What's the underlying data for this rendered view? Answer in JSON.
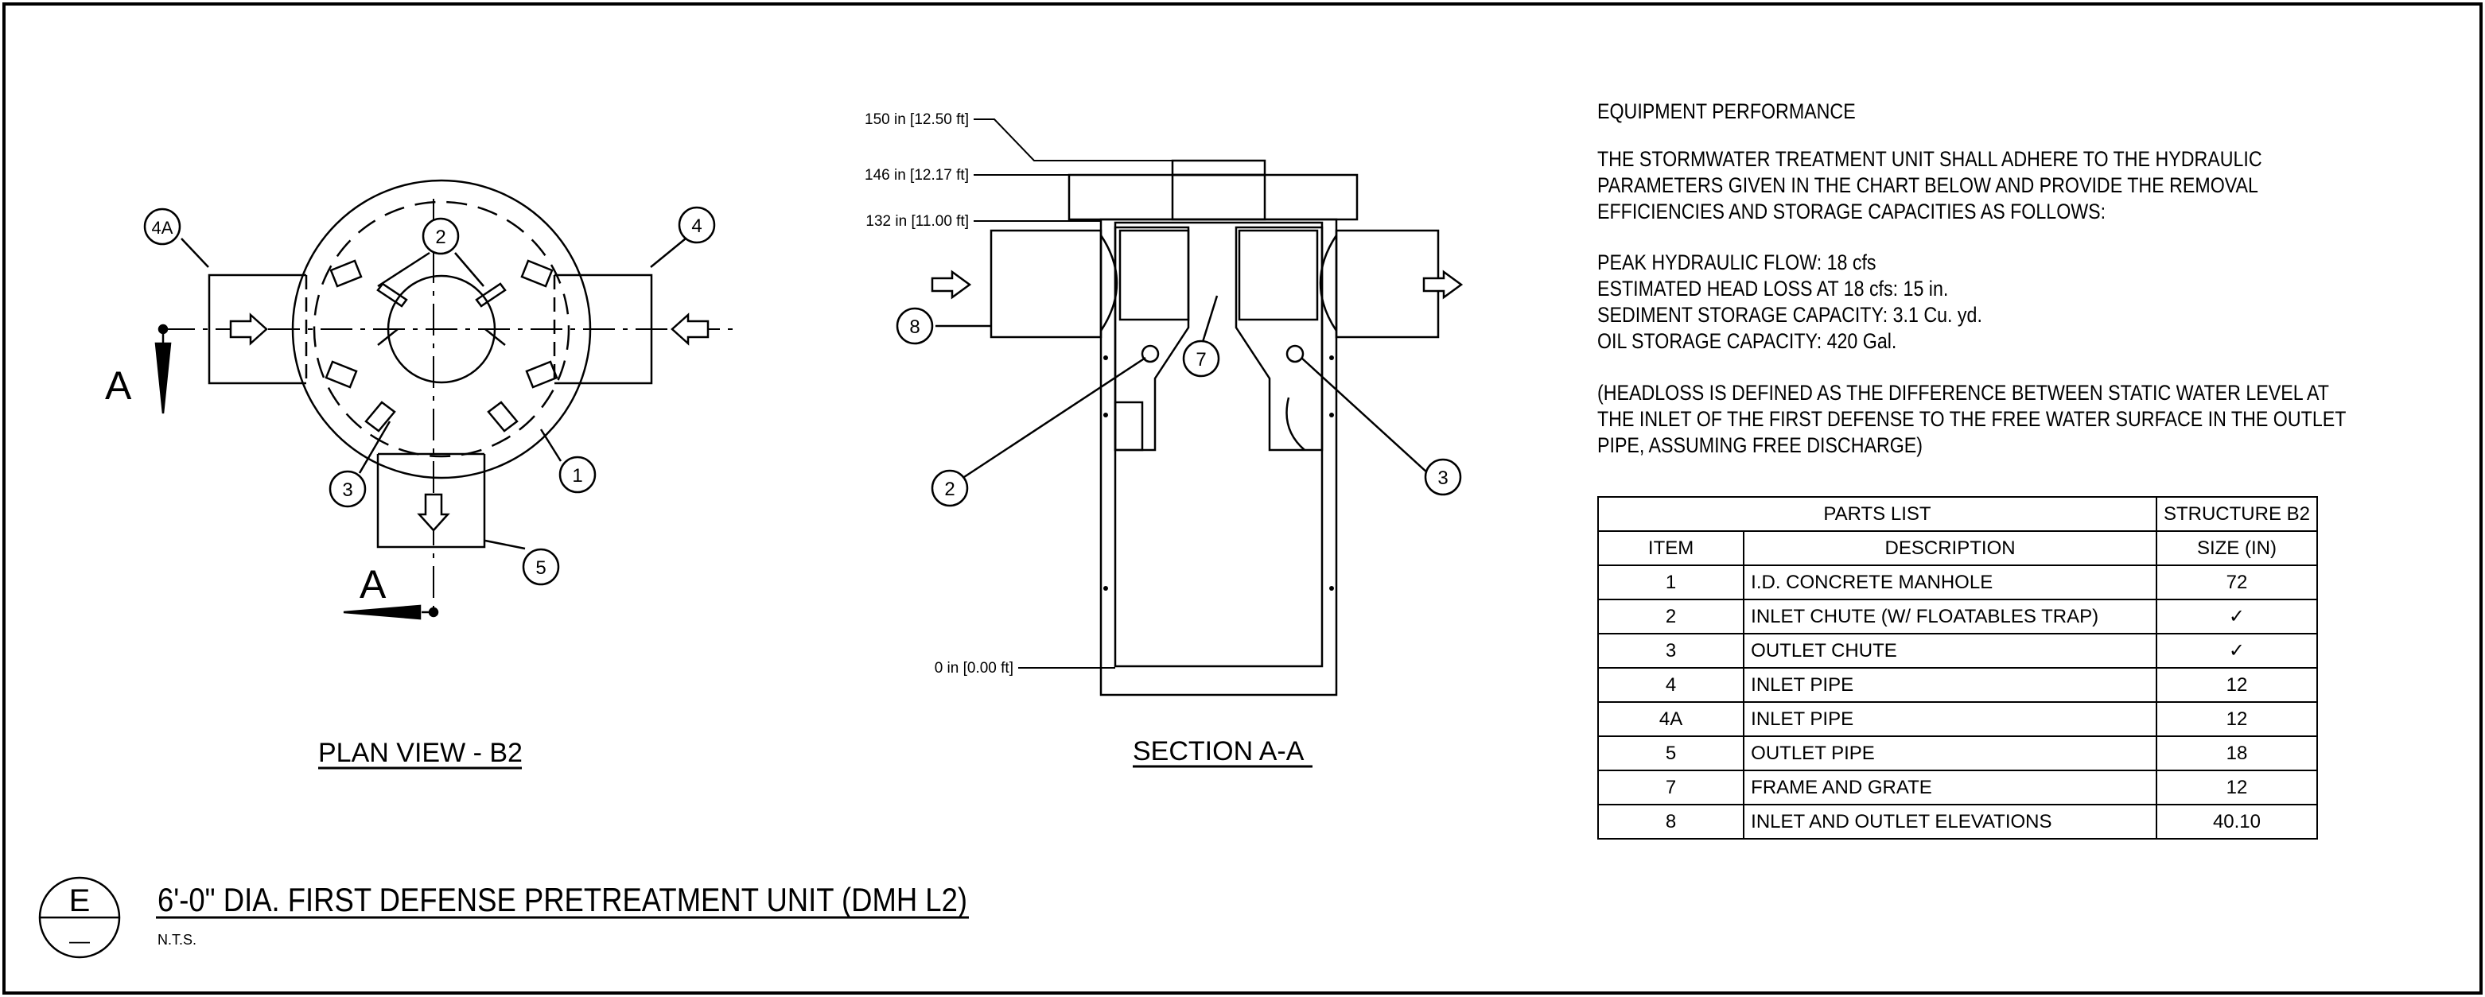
{
  "plan_view": {
    "title": "PLAN VIEW - B2",
    "section_mark": "A",
    "callouts": [
      "4A",
      "2",
      "4",
      "3",
      "1",
      "5"
    ]
  },
  "section": {
    "title": "SECTION A-A",
    "elevations": [
      "150 in [12.50 ft]",
      "146 in [12.17 ft]",
      "132 in [11.00 ft]",
      "0 in [0.00 ft]"
    ],
    "callouts": [
      "8",
      "7",
      "2",
      "3"
    ]
  },
  "performance": {
    "heading": "EQUIPMENT PERFORMANCE",
    "para1": [
      "THE STORMWATER TREATMENT UNIT SHALL ADHERE TO THE HYDRAULIC",
      "PARAMETERS GIVEN IN THE CHART BELOW AND PROVIDE THE REMOVAL",
      "EFFICIENCIES AND STORAGE CAPACITIES AS FOLLOWS:"
    ],
    "specs": [
      "PEAK HYDRAULIC FLOW: 18 cfs",
      "ESTIMATED HEAD LOSS AT 18 cfs: 15 in.",
      "SEDIMENT STORAGE CAPACITY: 3.1 Cu. yd.",
      "OIL STORAGE CAPACITY: 420 Gal."
    ],
    "para2": [
      "(HEADLOSS IS DEFINED AS THE DIFFERENCE BETWEEN STATIC WATER LEVEL AT",
      "THE INLET OF THE FIRST DEFENSE TO THE FREE WATER SURFACE IN THE OUTLET",
      "PIPE, ASSUMING FREE DISCHARGE)"
    ]
  },
  "parts_table": {
    "title": "PARTS LIST",
    "structure_header": "STRUCTURE B2",
    "col_item": "ITEM",
    "col_description": "DESCRIPTION",
    "col_size": "SIZE (IN)",
    "rows": [
      {
        "item": "1",
        "description": "I.D. CONCRETE MANHOLE",
        "size": "72"
      },
      {
        "item": "2",
        "description": "INLET CHUTE (W/ FLOATABLES TRAP)",
        "size": "✓"
      },
      {
        "item": "3",
        "description": "OUTLET CHUTE",
        "size": "✓"
      },
      {
        "item": "4",
        "description": "INLET PIPE",
        "size": "12"
      },
      {
        "item": "4A",
        "description": "INLET PIPE",
        "size": "12"
      },
      {
        "item": "5",
        "description": "OUTLET PIPE",
        "size": "18"
      },
      {
        "item": "7",
        "description": "FRAME AND GRATE",
        "size": "12"
      },
      {
        "item": "8",
        "description": "INLET AND OUTLET ELEVATIONS",
        "size": "40.10"
      }
    ]
  },
  "title_block": {
    "detail_letter": "E",
    "detail_sheet": "—",
    "title": "6'-0\" DIA. FIRST DEFENSE PRETREATMENT UNIT (DMH L2)",
    "scale": "N.T.S."
  }
}
